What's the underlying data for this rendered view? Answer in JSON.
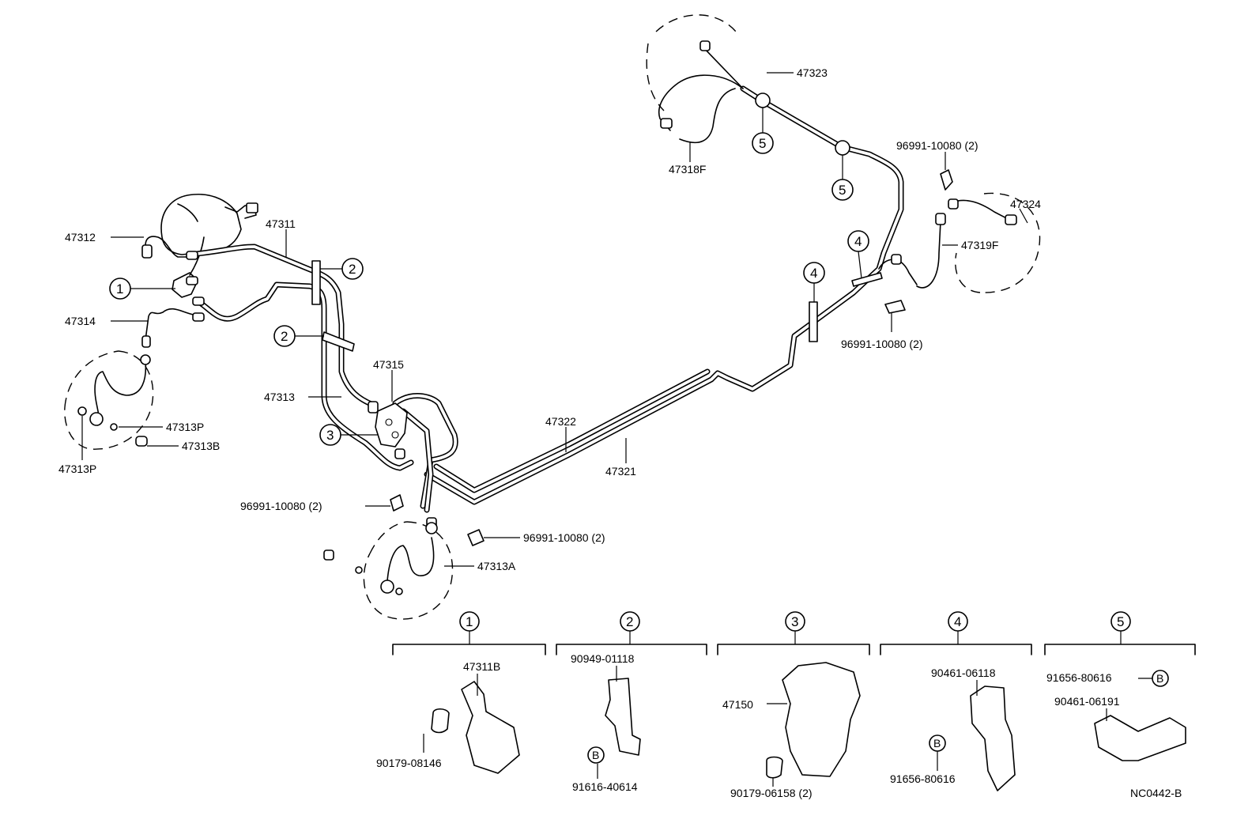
{
  "part_labels": {
    "p47311": "47311",
    "p47312": "47312",
    "p47314": "47314",
    "p47313P_a": "47313P",
    "p47313P_b": "47313P",
    "p47313B": "47313B",
    "p47313": "47313",
    "p47315": "47315",
    "p47322": "47322",
    "p47321": "47321",
    "p47313A": "47313A",
    "p47323": "47323",
    "p47318F": "47318F",
    "p47324": "47324",
    "p47319F": "47319F",
    "clip_top_right": "96991-10080 (2)",
    "clip_mid_right": "96991-10080 (2)",
    "clip_left": "96991-10080 (2)",
    "clip_center": "96991-10080 (2)"
  },
  "callouts": {
    "c1": "1",
    "c2": "2",
    "c3": "3",
    "c4": "4",
    "c5": "5",
    "bolt": "B"
  },
  "detail_groups": [
    {
      "number": "1",
      "parts": [
        "47311B",
        "90179-08146"
      ]
    },
    {
      "number": "2",
      "parts": [
        "90949-01118",
        "91616-40614"
      ]
    },
    {
      "number": "3",
      "parts": [
        "47150",
        "90179-06158 (2)"
      ]
    },
    {
      "number": "4",
      "parts": [
        "90461-06118",
        "91656-80616"
      ]
    },
    {
      "number": "5",
      "parts": [
        "91656-80616",
        "90461-06191"
      ]
    }
  ],
  "drawing_code": "NC0442-B"
}
